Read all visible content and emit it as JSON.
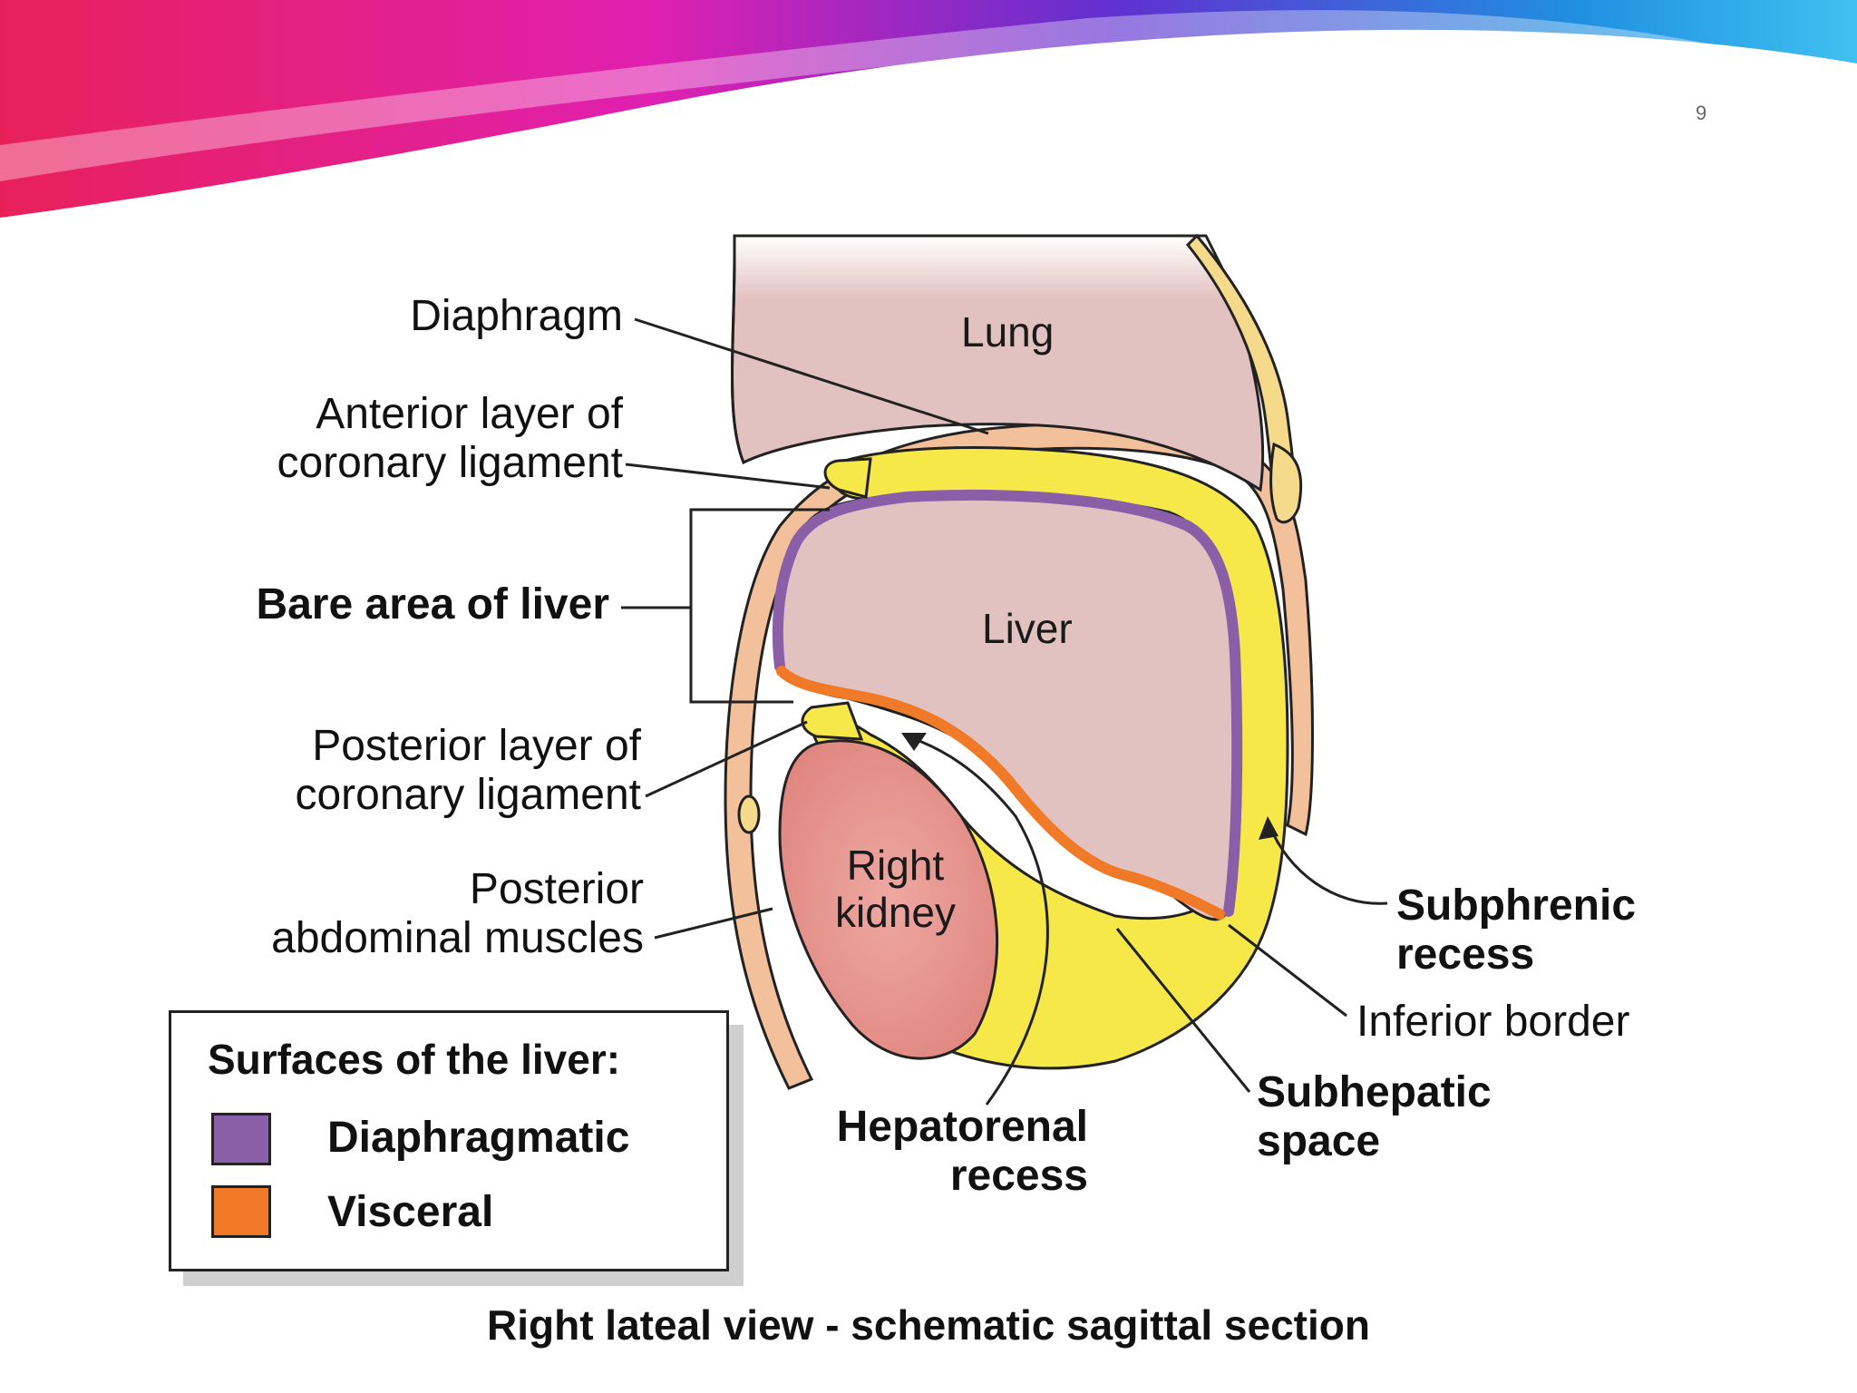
{
  "slide": {
    "page_number": "9"
  },
  "labels": {
    "diaphragm": "Diaphragm",
    "anterior_coronary_line1": "Anterior layer of",
    "anterior_coronary_line2": "coronary ligament",
    "bare_area": "Bare area of liver",
    "posterior_coronary_line1": "Posterior layer of",
    "posterior_coronary_line2": "coronary ligament",
    "posterior_muscles_line1": "Posterior",
    "posterior_muscles_line2": "abdominal muscles",
    "subphrenic_line1": "Subphrenic",
    "subphrenic_line2": "recess",
    "inferior_border": "Inferior border",
    "subhepatic_line1": "Subhepatic",
    "subhepatic_line2": "space",
    "hepatorenal_line1": "Hepatorenal",
    "hepatorenal_line2": "recess"
  },
  "organs": {
    "lung": "Lung",
    "liver": "Liver",
    "kidney_line1": "Right",
    "kidney_line2": "kidney"
  },
  "legend": {
    "title": "Surfaces of the liver:",
    "items": [
      {
        "label": "Diaphragmatic",
        "color": "#8B5FA8"
      },
      {
        "label": "Visceral",
        "color": "#F07A28"
      }
    ]
  },
  "caption": "Right lateal view - schematic sagittal section",
  "colors": {
    "organ_fill": "#E2C2C0",
    "peritoneal_yellow": "#F7E84A",
    "diaphragm_tan": "#F2C09A",
    "kidney": "#E7938E",
    "rib": "#F5DA8C",
    "diaphragmatic_surface": "#8B5FA8",
    "visceral_surface": "#F07A28"
  }
}
